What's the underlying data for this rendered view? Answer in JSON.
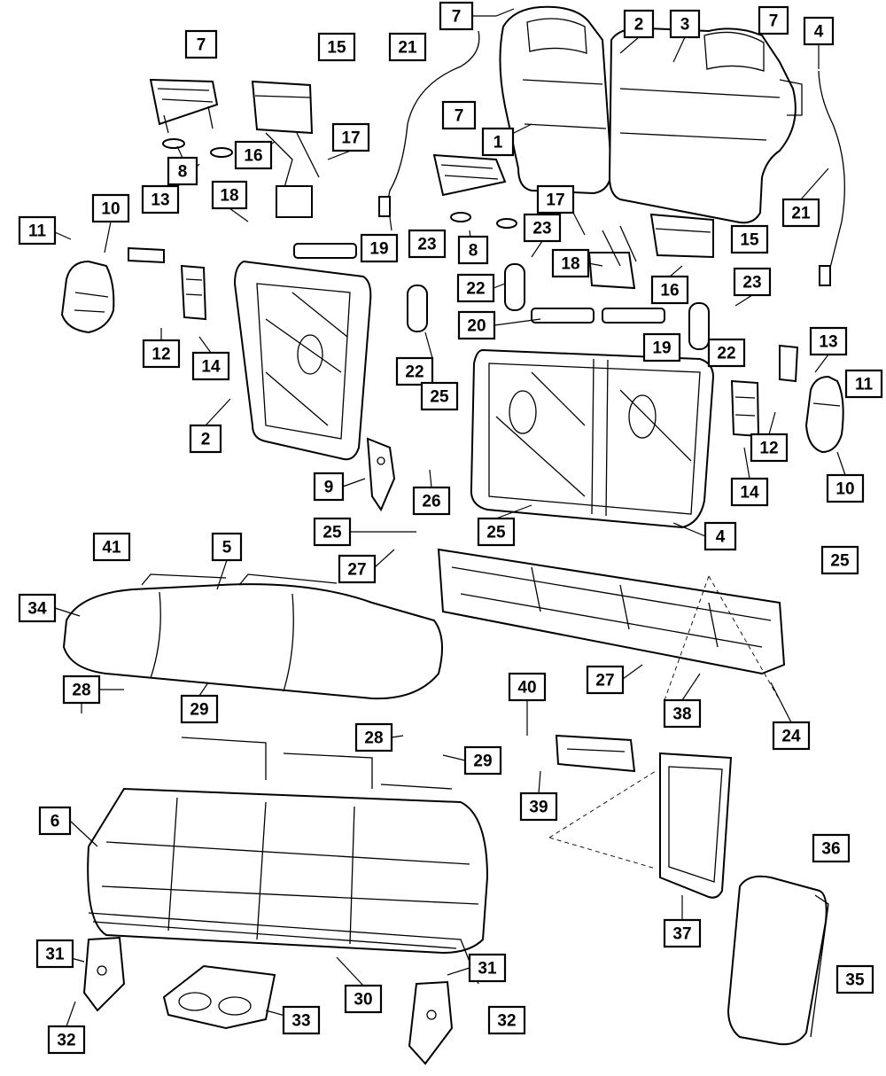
{
  "colors": {
    "ink": "#000000",
    "paper": "#ffffff"
  },
  "parts": [
    {
      "id": "seatback-cover-right",
      "icon": "seatback-cover"
    },
    {
      "id": "seatback-cover-left",
      "icon": "seatback-cover"
    },
    {
      "id": "headrest-left",
      "icon": "headrest"
    },
    {
      "id": "headrest-center",
      "icon": "headrest"
    },
    {
      "id": "headrest-right",
      "icon": "headrest"
    },
    {
      "id": "seatback-frame-left",
      "icon": "seatback-frame"
    },
    {
      "id": "seatback-frame-right",
      "icon": "seatback-frame"
    },
    {
      "id": "riser-bracket",
      "icon": "riser-bracket"
    },
    {
      "id": "seat-cushion",
      "icon": "seat-cushion"
    },
    {
      "id": "cushion-pan",
      "icon": "cushion-pan"
    },
    {
      "id": "armrest-frame",
      "icon": "armrest-frame"
    },
    {
      "id": "armrest-cover",
      "icon": "armrest-cover"
    },
    {
      "id": "cupholder",
      "icon": "cupholder"
    },
    {
      "id": "latch-left",
      "icon": "latch"
    },
    {
      "id": "latch-right",
      "icon": "latch"
    },
    {
      "id": "hinge-cover-left",
      "icon": "hinge-cover"
    },
    {
      "id": "hinge-cover-right",
      "icon": "hinge-cover"
    },
    {
      "id": "cable-left",
      "icon": "release-cable"
    },
    {
      "id": "cable-right",
      "icon": "release-cable"
    },
    {
      "id": "leg-bracket-left",
      "icon": "leg-bracket"
    },
    {
      "id": "leg-bracket-right",
      "icon": "leg-bracket"
    },
    {
      "id": "support-rod",
      "icon": "support-rod"
    },
    {
      "id": "pivot-bracket",
      "icon": "pivot-bracket"
    },
    {
      "id": "armrest-hinge",
      "icon": "armrest-hinge"
    }
  ],
  "callouts": [
    {
      "label": "7"
    },
    {
      "label": "2"
    },
    {
      "label": "3"
    },
    {
      "label": "7"
    },
    {
      "label": "4"
    },
    {
      "label": "7"
    },
    {
      "label": "15"
    },
    {
      "label": "21"
    },
    {
      "label": "7"
    },
    {
      "label": "1"
    },
    {
      "label": "17"
    },
    {
      "label": "16"
    },
    {
      "label": "8"
    },
    {
      "label": "13"
    },
    {
      "label": "18"
    },
    {
      "label": "10"
    },
    {
      "label": "11"
    },
    {
      "label": "19"
    },
    {
      "label": "23"
    },
    {
      "label": "8"
    },
    {
      "label": "23"
    },
    {
      "label": "17"
    },
    {
      "label": "18"
    },
    {
      "label": "21"
    },
    {
      "label": "15"
    },
    {
      "label": "22"
    },
    {
      "label": "16"
    },
    {
      "label": "23"
    },
    {
      "label": "20"
    },
    {
      "label": "19"
    },
    {
      "label": "22"
    },
    {
      "label": "12"
    },
    {
      "label": "14"
    },
    {
      "label": "13"
    },
    {
      "label": "11"
    },
    {
      "label": "22"
    },
    {
      "label": "25"
    },
    {
      "label": "2"
    },
    {
      "label": "12"
    },
    {
      "label": "9"
    },
    {
      "label": "26"
    },
    {
      "label": "14"
    },
    {
      "label": "10"
    },
    {
      "label": "25"
    },
    {
      "label": "25"
    },
    {
      "label": "4"
    },
    {
      "label": "27"
    },
    {
      "label": "41"
    },
    {
      "label": "5"
    },
    {
      "label": "25"
    },
    {
      "label": "34"
    },
    {
      "label": "40"
    },
    {
      "label": "27"
    },
    {
      "label": "28"
    },
    {
      "label": "29"
    },
    {
      "label": "38"
    },
    {
      "label": "24"
    },
    {
      "label": "28"
    },
    {
      "label": "29"
    },
    {
      "label": "39"
    },
    {
      "label": "6"
    },
    {
      "label": "36"
    },
    {
      "label": "37"
    },
    {
      "label": "31"
    },
    {
      "label": "31"
    },
    {
      "label": "35"
    },
    {
      "label": "30"
    },
    {
      "label": "32"
    },
    {
      "label": "33"
    },
    {
      "label": "32"
    }
  ]
}
